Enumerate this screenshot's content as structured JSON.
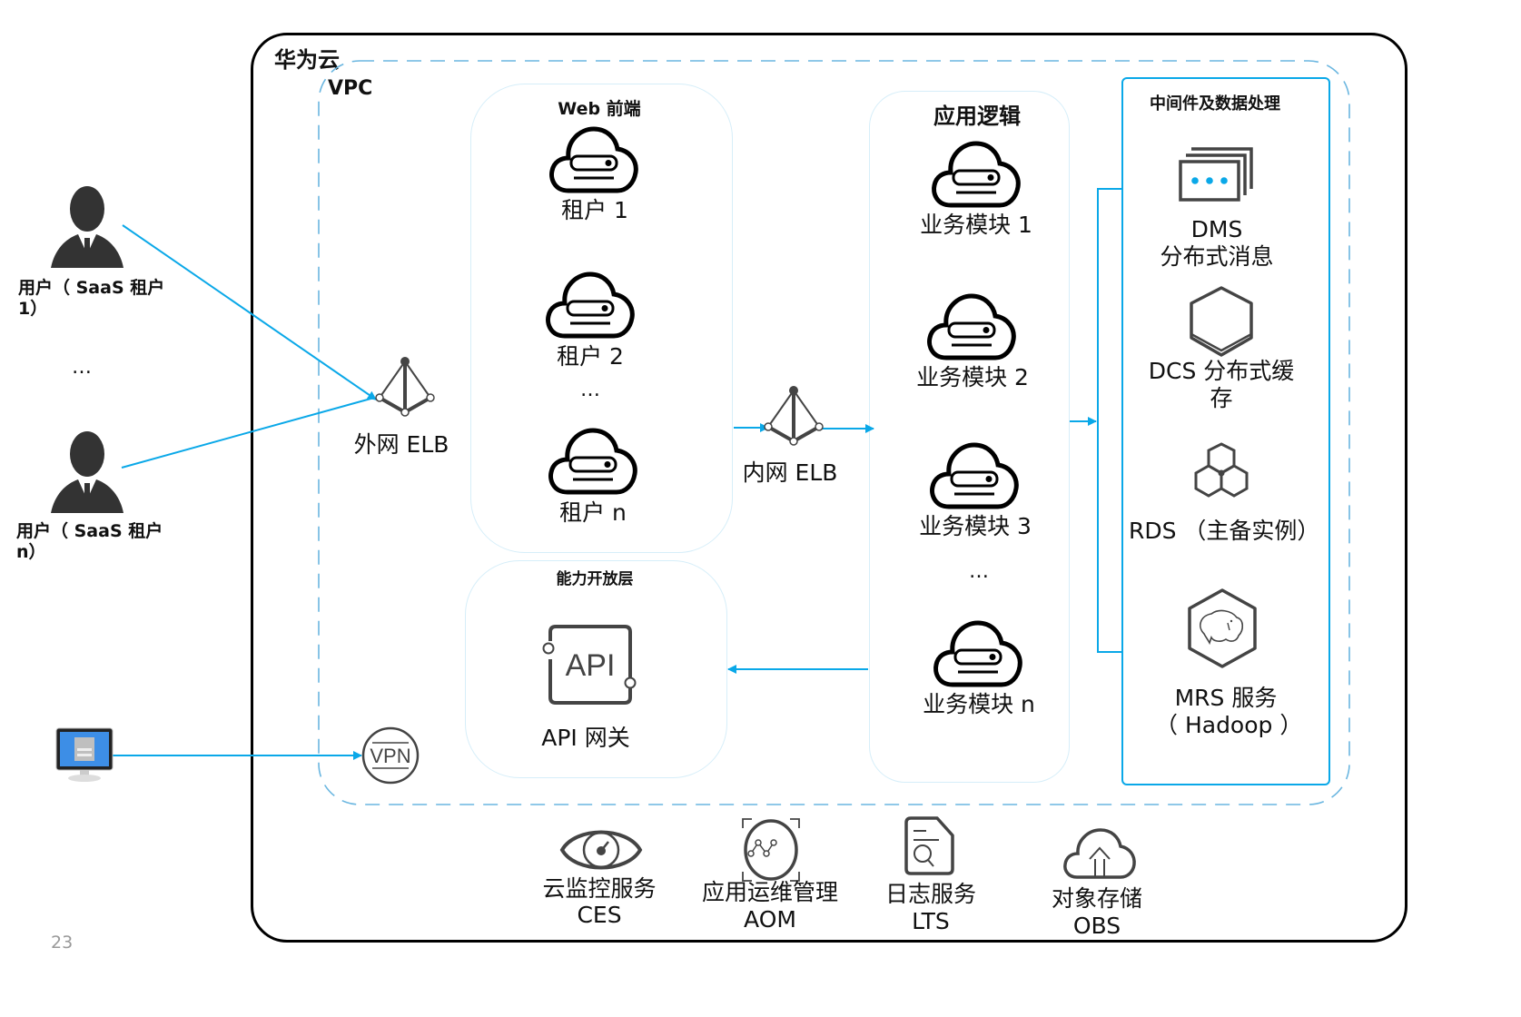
{
  "diagram": {
    "cloud_title": "华为云",
    "vpc_title": "VPC",
    "users": [
      {
        "label": "用户（ SaaS 租户\n1）"
      },
      {
        "label": "用户（ SaaS 租户\nn）"
      }
    ],
    "users_ellipsis": "…",
    "external_elb": "外网 ELB",
    "internal_elb": "内网 ELB",
    "web_frontend": {
      "title": "Web 前端",
      "tenants": [
        "租户 1",
        "租户 2",
        "租户 n"
      ],
      "ellipsis": "…"
    },
    "capability_layer": {
      "title": "能力开放层",
      "api_icon_text": "API",
      "api_gateway": "API 网关"
    },
    "app_logic": {
      "title": "应用逻辑",
      "modules": [
        "业务模块 1",
        "业务模块 2",
        "业务模块 3",
        "业务模块 n"
      ],
      "ellipsis": "…"
    },
    "middleware": {
      "title": "中间件及数据处理",
      "services": [
        {
          "name": "DMS",
          "desc": "分布式消息"
        },
        {
          "name": "DCS 分布式缓",
          "desc": "存"
        },
        {
          "name": "RDS （主备实例）",
          "desc": ""
        },
        {
          "name": "MRS 服务",
          "desc": "（ Hadoop ）"
        }
      ]
    },
    "vpn_label": "VPN",
    "bottom_services": [
      {
        "name": "云监控服务",
        "code": "CES"
      },
      {
        "name": "应用运维管理",
        "code": "AOM"
      },
      {
        "name": "日志服务",
        "code": "LTS"
      },
      {
        "name": "对象存储",
        "code": "OBS"
      }
    ],
    "page_number": "23",
    "colors": {
      "accent": "#0aa8e8",
      "vpc_dash": "#6ab6e0",
      "panel_border": "#d6eef9",
      "icon_gray": "#404040",
      "frame_black": "#000000"
    }
  }
}
